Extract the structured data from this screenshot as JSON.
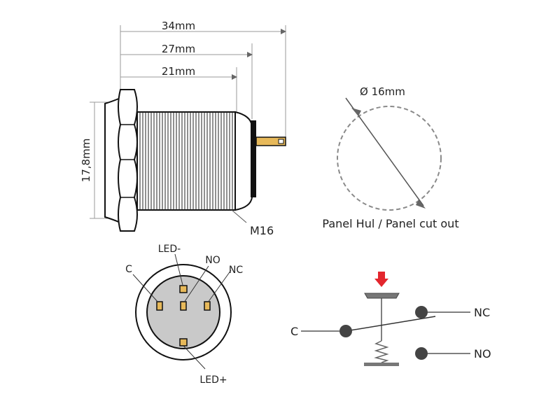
{
  "dimensions": {
    "length_34": "34mm",
    "length_27": "27mm",
    "length_21": "21mm",
    "height": "17,8mm",
    "thread": "M16",
    "panel_diameter": "Ø 16mm",
    "panel_caption": "Panel Hul / Panel cut out"
  },
  "pinout": {
    "led_minus": "LED-",
    "no": "NO",
    "nc": "NC",
    "c": "C",
    "led_plus": "LED+"
  },
  "schematic": {
    "c": "C",
    "nc": "NC",
    "no": "NO"
  },
  "colors": {
    "pin": "#e7b95a",
    "arrow": "#e3262d",
    "face": "#c9c9c9",
    "dots": "#444444"
  }
}
